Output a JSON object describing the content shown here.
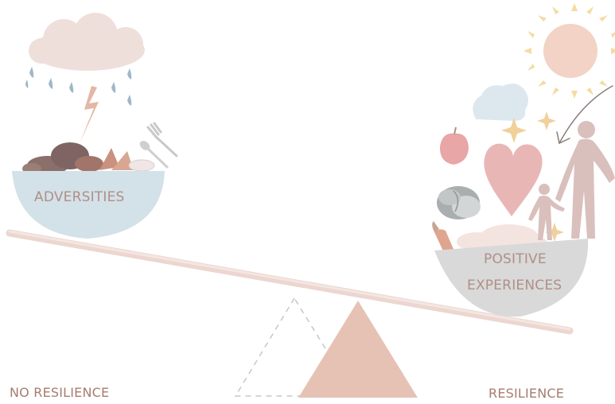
{
  "labels": {
    "left_bowl": "ADVERSITIES",
    "right_bowl_line1": "POSITIVE",
    "right_bowl_line2": "EXPERIENCES",
    "left_bottom": "NO RESILIENCE",
    "right_bottom": "RESILIENCE"
  },
  "colors": {
    "beam": "#ecd6d0",
    "fulcrum": "#e6c2b5",
    "fulcrum_dashed": "#c7c7c7",
    "bowl_left": "#d3e1e8",
    "bowl_right": "#d9d9d9",
    "label_text": "#b08f86",
    "cloud": "#efdfdb",
    "rain": "#9fb8c7",
    "lightning": "#e4b7a6",
    "sun": "#f2d3c6",
    "sun_rays": "#f4dca3",
    "heart": "#e9b6b6",
    "people": "#d9c0bd"
  },
  "icons": [
    "cloud-icon",
    "raindrop-icon",
    "lightning-icon",
    "rocks-icon",
    "fork-icon",
    "spoon-icon",
    "sun-icon",
    "sparkle-icon",
    "heart-icon",
    "apple-icon",
    "cabbage-icon",
    "carrot-icon",
    "adult-figure-icon",
    "child-figure-icon",
    "arrow-icon",
    "small-cloud-icon"
  ]
}
